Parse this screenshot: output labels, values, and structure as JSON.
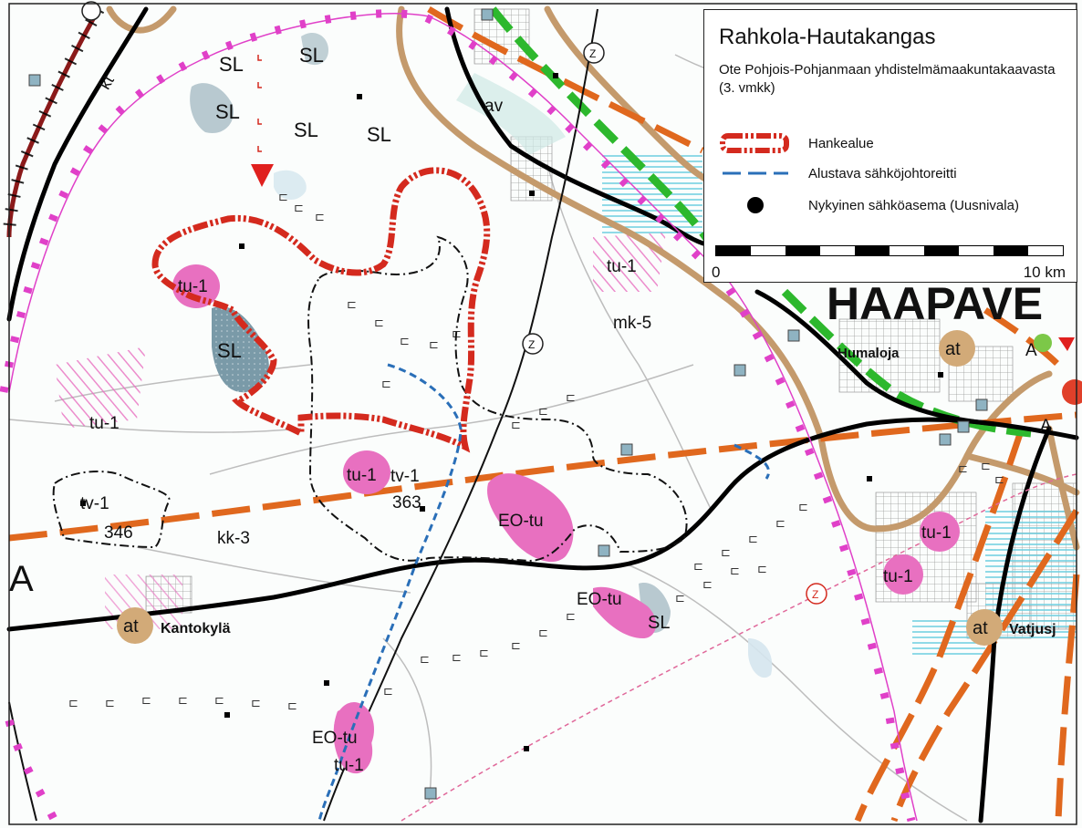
{
  "legend": {
    "title": "Rahkola-Hautakangas",
    "subtitle": "Ote Pohjois-Pohjanmaan yhdistelmämaakuntakaavasta (3. vmkk)",
    "items": [
      {
        "label": "Hankealue",
        "symbol": "red-dashed-boundary",
        "color": "#d42a1e"
      },
      {
        "label": "Alustava sähköjohtoreitti",
        "symbol": "blue-dashed-line",
        "color": "#2a6fb8"
      },
      {
        "label": "Nykyinen sähköasema (Uusnivala)",
        "symbol": "black-dot",
        "color": "#000000"
      }
    ],
    "scale": {
      "left": "0",
      "right": "10 km"
    }
  },
  "map": {
    "labels": {
      "sl_1": "SL",
      "sl_2": "SL",
      "sl_3": "SL",
      "sl_4": "SL",
      "sl_5": "SL",
      "sl_6": "SL",
      "sl_7": "SL",
      "kt": "kt",
      "av": "av",
      "z_1": "Z",
      "z_2": "Z",
      "z_3": "Z",
      "tu1_1": "tu-1",
      "tu1_2": "tu-1",
      "tu1_3": "tu-1",
      "tu1_4": "tu-1",
      "tu1_5": "tu-1",
      "tu1_6": "tu-1",
      "tu1_7": "tu-1",
      "mk5": "mk-5",
      "haapave": "HAAPAVE",
      "humaloja": "Humaloja",
      "at_1": "at",
      "at_2": "at",
      "at_3": "at",
      "a_1": "A",
      "a_2": "A",
      "a_big": "A",
      "tv1_1": "tv-1",
      "tv1_2": "tv-1",
      "n363": "363",
      "n346": "346",
      "kk3": "kk-3",
      "eotu_1": "EO-tu",
      "eotu_2": "EO-tu",
      "eotu_3": "EO-tu",
      "kantokyla": "Kantokylä",
      "vatjus": "Vatjusj"
    }
  },
  "colors": {
    "project": "#d42a1e",
    "powerline": "#2a6fb8",
    "municipal": "#e040c8",
    "road_brown": "#c49a6c",
    "railway": "#000000",
    "orange": "#e0681e",
    "green": "#2db82d",
    "pink_area": "#e870c0",
    "sl_area": "#7a9aa8",
    "at_dot": "#d2aa78"
  }
}
